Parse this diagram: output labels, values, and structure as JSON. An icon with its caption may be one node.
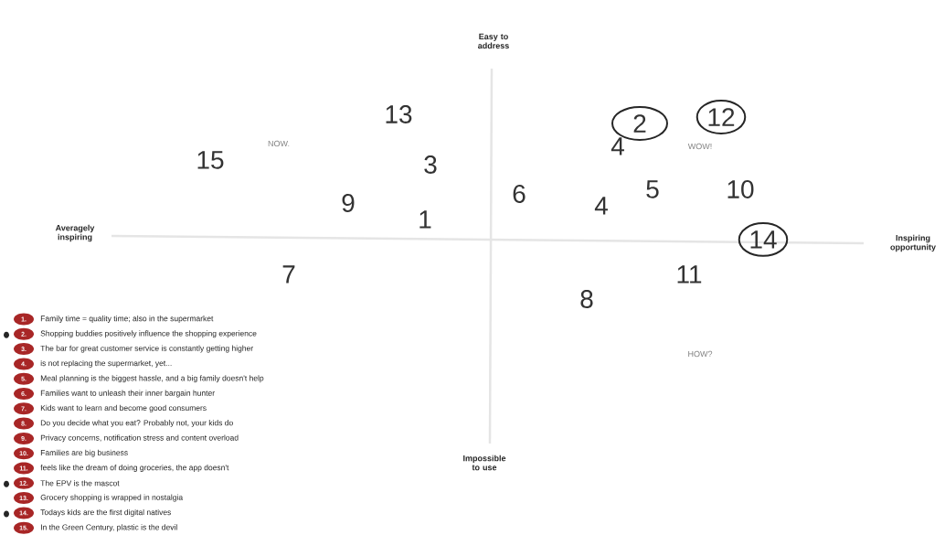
{
  "diagram": {
    "nodes": [
      {
        "text": [
          "2"
        ]
      },
      {
        "text": [
          "12"
        ]
      },
      {
        "text": [
          "14"
        ]
      },
      {
        "text": [
          "1."
        ],
        "beside": [
          "Family time = quality time; also in the supermarket"
        ]
      },
      {
        "text": [
          "2."
        ],
        "beside": [
          "Shopping buddies positively influence the shopping experience"
        ]
      },
      {
        "text": [
          "3."
        ],
        "beside": [
          "The bar for great customer service is constantly getting higher"
        ]
      },
      {
        "text": [
          "4."
        ],
        "beside": [
          "is not replacing the supermarket, yet..."
        ]
      },
      {
        "text": [
          "5."
        ],
        "beside": [
          "Meal planning is the biggest hassle, and a big family doesn't help"
        ]
      },
      {
        "text": [
          "6."
        ],
        "beside": [
          "Families want to unleash their inner bargain hunter"
        ]
      },
      {
        "text": [
          "7."
        ],
        "beside": [
          "Kids want to learn and become good consumers"
        ]
      },
      {
        "text": [
          "8."
        ],
        "beside": [
          "Do you decide what you eat? Probably not, your kids do"
        ]
      },
      {
        "text": [
          "9."
        ],
        "beside": [
          "Privacy concerns, notification stress and content overload"
        ]
      },
      {
        "text": [
          "10."
        ],
        "beside": [
          "Families are big business"
        ]
      },
      {
        "text": [
          "11."
        ],
        "beside": [
          "feels like the dream of doing groceries, the app doesn't"
        ]
      },
      {
        "text": [
          "12."
        ],
        "beside": [
          "The EPV is the mascot"
        ]
      },
      {
        "text": [
          "13."
        ],
        "beside": [
          "Grocery shopping is wrapped in nostalgia"
        ]
      },
      {
        "text": [
          "14."
        ],
        "beside": [
          "Todays kids are the first digital natives"
        ]
      },
      {
        "text": [
          "15."
        ],
        "beside": [
          "In the Green Century, plastic is the devil"
        ]
      }
    ],
    "labels": [
      "Easy to address",
      "13",
      "15",
      "NOW.",
      "4",
      "WOW!",
      "3",
      "6",
      "9",
      "4",
      "5",
      "10",
      "Averagely inspiring",
      "1",
      "Inspiring opportunity",
      "7",
      "11",
      "8",
      "HOW?",
      "Impossible to use"
    ]
  }
}
